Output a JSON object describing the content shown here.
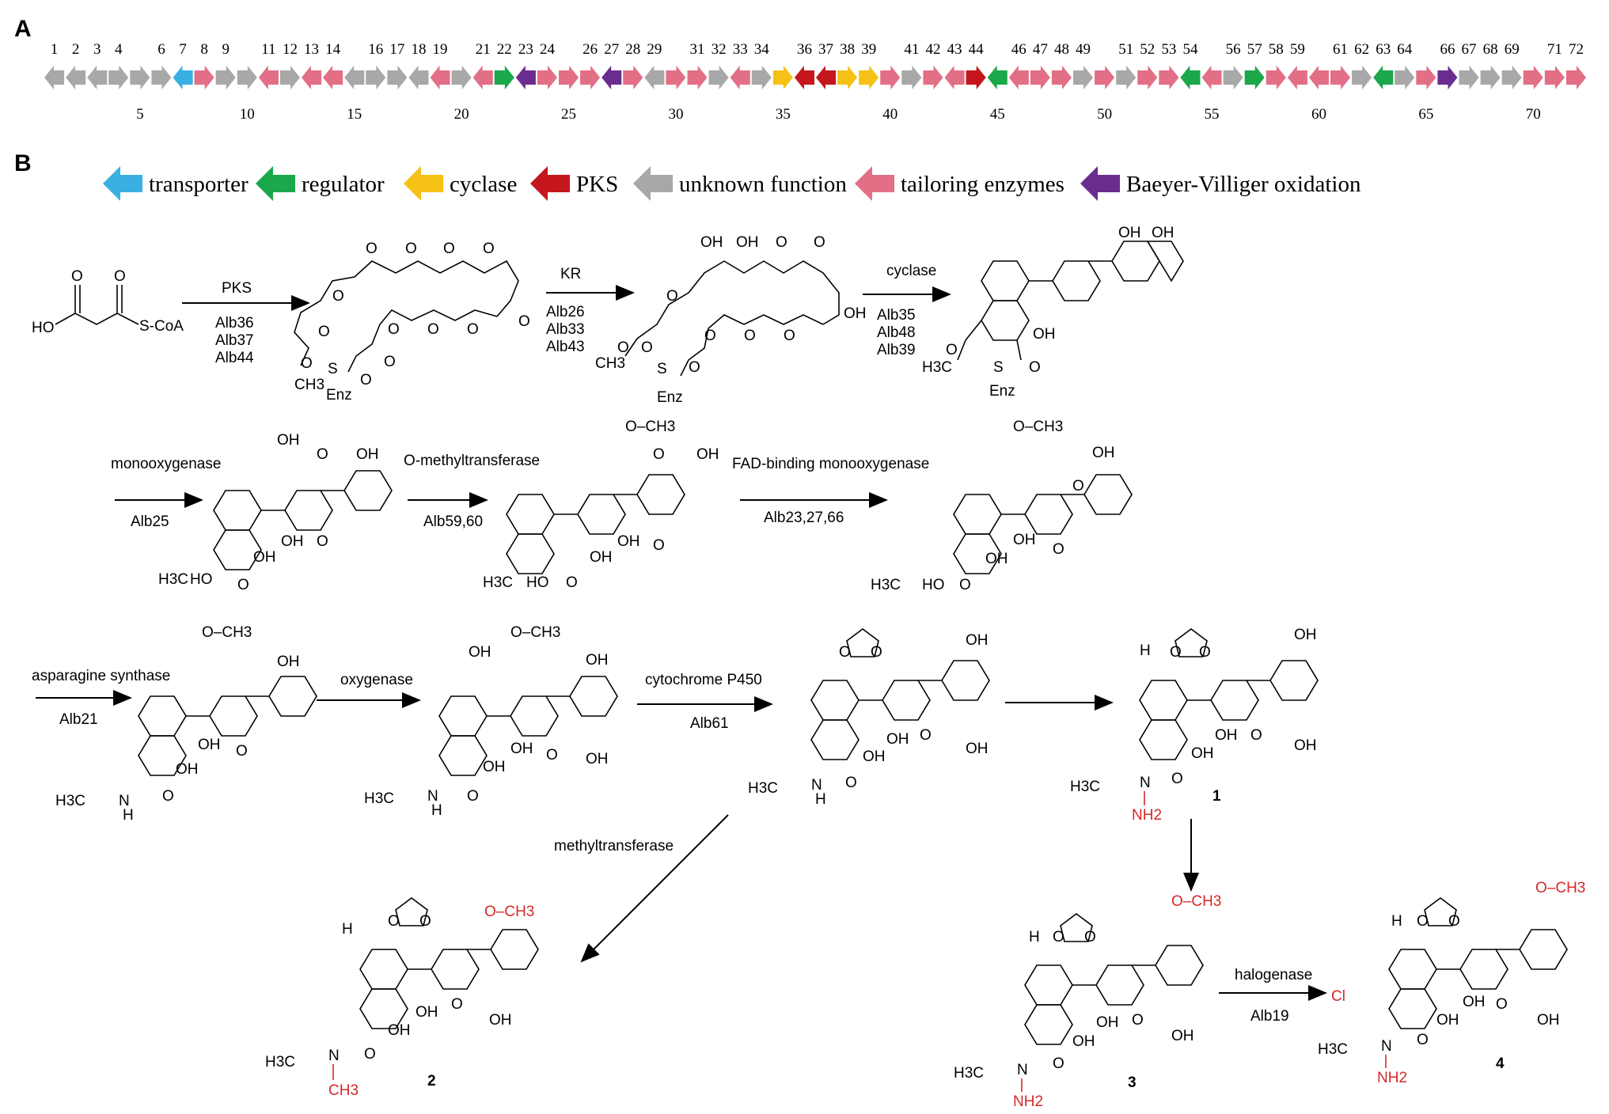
{
  "panels": {
    "a": "A",
    "b": "B"
  },
  "colors": {
    "transporter": "#3ab0e2",
    "regulator": "#1aa84a",
    "cyclase": "#f5c116",
    "pks": "#c4161c",
    "unknown": "#a8a8a8",
    "tailoring": "#e26f86",
    "bv": "#6a2d8f"
  },
  "gene_cluster": {
    "genes": [
      {
        "n": "1",
        "c": "unknown",
        "d": "L"
      },
      {
        "n": "2",
        "c": "unknown",
        "d": "L"
      },
      {
        "n": "3",
        "c": "unknown",
        "d": "L"
      },
      {
        "n": "4",
        "c": "unknown",
        "d": "R"
      },
      {
        "n": "5",
        "c": "unknown",
        "d": "R"
      },
      {
        "n": "6",
        "c": "unknown",
        "d": "R"
      },
      {
        "n": "7",
        "c": "transporter",
        "d": "L"
      },
      {
        "n": "8",
        "c": "tailoring",
        "d": "R"
      },
      {
        "n": "9",
        "c": "unknown",
        "d": "R"
      },
      {
        "n": "10",
        "c": "unknown",
        "d": "R"
      },
      {
        "n": "11",
        "c": "tailoring",
        "d": "L"
      },
      {
        "n": "12",
        "c": "unknown",
        "d": "R"
      },
      {
        "n": "13",
        "c": "tailoring",
        "d": "L"
      },
      {
        "n": "14",
        "c": "tailoring",
        "d": "L"
      },
      {
        "n": "15",
        "c": "unknown",
        "d": "L"
      },
      {
        "n": "16",
        "c": "unknown",
        "d": "R"
      },
      {
        "n": "17",
        "c": "unknown",
        "d": "R"
      },
      {
        "n": "18",
        "c": "unknown",
        "d": "L"
      },
      {
        "n": "19",
        "c": "tailoring",
        "d": "L"
      },
      {
        "n": "20",
        "c": "unknown",
        "d": "R"
      },
      {
        "n": "21",
        "c": "tailoring",
        "d": "L"
      },
      {
        "n": "22",
        "c": "regulator",
        "d": "R"
      },
      {
        "n": "23",
        "c": "bv",
        "d": "L"
      },
      {
        "n": "24",
        "c": "tailoring",
        "d": "R"
      },
      {
        "n": "25",
        "c": "tailoring",
        "d": "R"
      },
      {
        "n": "26",
        "c": "tailoring",
        "d": "R"
      },
      {
        "n": "27",
        "c": "bv",
        "d": "L"
      },
      {
        "n": "28",
        "c": "tailoring",
        "d": "R"
      },
      {
        "n": "29",
        "c": "unknown",
        "d": "L"
      },
      {
        "n": "30",
        "c": "tailoring",
        "d": "R"
      },
      {
        "n": "31",
        "c": "tailoring",
        "d": "R"
      },
      {
        "n": "32",
        "c": "unknown",
        "d": "R"
      },
      {
        "n": "33",
        "c": "tailoring",
        "d": "L"
      },
      {
        "n": "34",
        "c": "unknown",
        "d": "R"
      },
      {
        "n": "35",
        "c": "cyclase",
        "d": "R"
      },
      {
        "n": "36",
        "c": "pks",
        "d": "L"
      },
      {
        "n": "37",
        "c": "pks",
        "d": "L"
      },
      {
        "n": "38",
        "c": "cyclase",
        "d": "R"
      },
      {
        "n": "39",
        "c": "cyclase",
        "d": "R"
      },
      {
        "n": "40",
        "c": "tailoring",
        "d": "R"
      },
      {
        "n": "41",
        "c": "unknown",
        "d": "R"
      },
      {
        "n": "42",
        "c": "tailoring",
        "d": "R"
      },
      {
        "n": "43",
        "c": "tailoring",
        "d": "L"
      },
      {
        "n": "44",
        "c": "pks",
        "d": "R"
      },
      {
        "n": "45",
        "c": "regulator",
        "d": "L"
      },
      {
        "n": "46",
        "c": "tailoring",
        "d": "L"
      },
      {
        "n": "47",
        "c": "tailoring",
        "d": "R"
      },
      {
        "n": "48",
        "c": "tailoring",
        "d": "R"
      },
      {
        "n": "49",
        "c": "unknown",
        "d": "R"
      },
      {
        "n": "50",
        "c": "tailoring",
        "d": "R"
      },
      {
        "n": "51",
        "c": "unknown",
        "d": "R"
      },
      {
        "n": "52",
        "c": "tailoring",
        "d": "R"
      },
      {
        "n": "53",
        "c": "tailoring",
        "d": "R"
      },
      {
        "n": "54",
        "c": "regulator",
        "d": "L"
      },
      {
        "n": "55",
        "c": "tailoring",
        "d": "L"
      },
      {
        "n": "56",
        "c": "unknown",
        "d": "R"
      },
      {
        "n": "57",
        "c": "regulator",
        "d": "R"
      },
      {
        "n": "58",
        "c": "tailoring",
        "d": "R"
      },
      {
        "n": "59",
        "c": "tailoring",
        "d": "L"
      },
      {
        "n": "60",
        "c": "tailoring",
        "d": "L"
      },
      {
        "n": "61",
        "c": "tailoring",
        "d": "R"
      },
      {
        "n": "62",
        "c": "unknown",
        "d": "R"
      },
      {
        "n": "63",
        "c": "regulator",
        "d": "L"
      },
      {
        "n": "64",
        "c": "unknown",
        "d": "R"
      },
      {
        "n": "65",
        "c": "tailoring",
        "d": "R"
      },
      {
        "n": "66",
        "c": "bv",
        "d": "R"
      },
      {
        "n": "67",
        "c": "unknown",
        "d": "R"
      },
      {
        "n": "68",
        "c": "unknown",
        "d": "R"
      },
      {
        "n": "69",
        "c": "unknown",
        "d": "R"
      },
      {
        "n": "70",
        "c": "tailoring",
        "d": "R"
      },
      {
        "n": "71",
        "c": "tailoring",
        "d": "R"
      },
      {
        "n": "72",
        "c": "tailoring",
        "d": "R"
      }
    ]
  },
  "legend": [
    {
      "key": "transporter",
      "label": "transporter"
    },
    {
      "key": "regulator",
      "label": "regulator"
    },
    {
      "key": "cyclase",
      "label": "cyclase"
    },
    {
      "key": "pks",
      "label": "PKS"
    },
    {
      "key": "unknown",
      "label": "unknown function"
    },
    {
      "key": "tailoring",
      "label": "tailoring enzymes"
    },
    {
      "key": "bv",
      "label": "Baeyer-Villiger oxidation"
    }
  ],
  "reactions": {
    "pks": {
      "enzyme": "PKS",
      "genes": [
        "Alb36",
        "Alb37",
        "Alb44"
      ]
    },
    "kr": {
      "enzyme": "KR",
      "genes": [
        "Alb26",
        "Alb33",
        "Alb43"
      ]
    },
    "cyclase": {
      "enzyme": "cyclase",
      "genes": [
        "Alb35",
        "Alb48",
        "Alb39"
      ]
    },
    "monooxygenase": {
      "enzyme": "monooxygenase",
      "genes": [
        "Alb25"
      ]
    },
    "omt": {
      "enzyme": "O-methyltransferase",
      "genes": [
        "Alb59,60"
      ]
    },
    "fad": {
      "enzyme": "FAD-binding monooxygenase",
      "genes": [
        "Alb23,27,66"
      ]
    },
    "asn": {
      "enzyme": "asparagine synthase",
      "genes": [
        "Alb21"
      ]
    },
    "oxy": {
      "enzyme": "oxygenase",
      "genes": []
    },
    "p450": {
      "enzyme": "cytochrome P450",
      "genes": [
        "Alb61"
      ]
    },
    "mt": {
      "enzyme": "methyltransferase",
      "genes": []
    },
    "hal": {
      "enzyme": "halogenase",
      "genes": [
        "Alb19"
      ]
    }
  },
  "labels": {
    "malonyl_ho": "HO",
    "malonyl_scoa": "S-CoA",
    "o": "O",
    "oh": "OH",
    "ho": "HO",
    "s": "S",
    "enz": "Enz",
    "ch3": "CH3",
    "h3c": "H3C",
    "nh": "N",
    "h": "H",
    "nh2": "NH2",
    "cl": "Cl",
    "och3": "O–CH3"
  },
  "compounds": [
    "1",
    "2",
    "3",
    "4"
  ]
}
